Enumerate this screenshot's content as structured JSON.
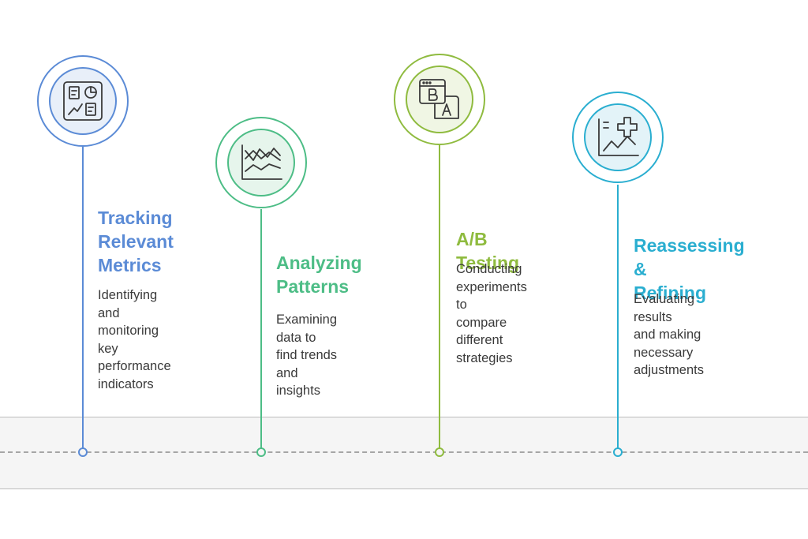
{
  "stages": [
    {
      "id": "tracking",
      "title_lines": [
        "Tracking",
        "Relevant",
        "Metrics"
      ],
      "desc_lines": [
        "Identifying and",
        "monitoring key",
        "performance",
        "indicators"
      ],
      "icon": "dashboard-icon",
      "color": "#5b8bd6",
      "ring_fill": "#e8eff9"
    },
    {
      "id": "analyzing",
      "title_lines": [
        "Analyzing",
        "Patterns"
      ],
      "desc_lines": [
        "Examining data to",
        "find trends and",
        "insights"
      ],
      "icon": "line-chart-icon",
      "color": "#4dbd86",
      "ring_fill": "#e6f5ec"
    },
    {
      "id": "ab-testing",
      "title_lines": [
        "A/B Testing"
      ],
      "desc_lines": [
        "Conducting",
        "experiments to",
        "compare different",
        "strategies"
      ],
      "icon": "ab-test-icon",
      "color": "#8fbb3f",
      "ring_fill": "#f0f6e4"
    },
    {
      "id": "reassessing",
      "title_lines": [
        "Reassessing &",
        "Refining"
      ],
      "desc_lines": [
        "Evaluating results",
        "and making",
        "necessary",
        "adjustments"
      ],
      "icon": "refine-chart-icon",
      "color": "#2aaed0",
      "ring_fill": "#e3f3f8"
    }
  ]
}
